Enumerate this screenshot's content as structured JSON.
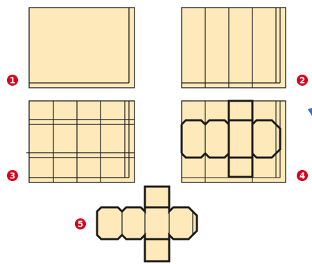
{
  "steps": [
    {
      "number": "1"
    },
    {
      "number": "2"
    },
    {
      "number": "3"
    },
    {
      "number": "4"
    },
    {
      "number": "5"
    }
  ],
  "colors": {
    "paper": "#fde9b9",
    "line": "#1a1a1a",
    "badge": "#d9001b",
    "badge_text": "#ffffff",
    "arrow": "#3a6fc4"
  },
  "icons": {
    "badge": "numbered-circle-icon",
    "arrow": "triangle-pointer-icon"
  }
}
